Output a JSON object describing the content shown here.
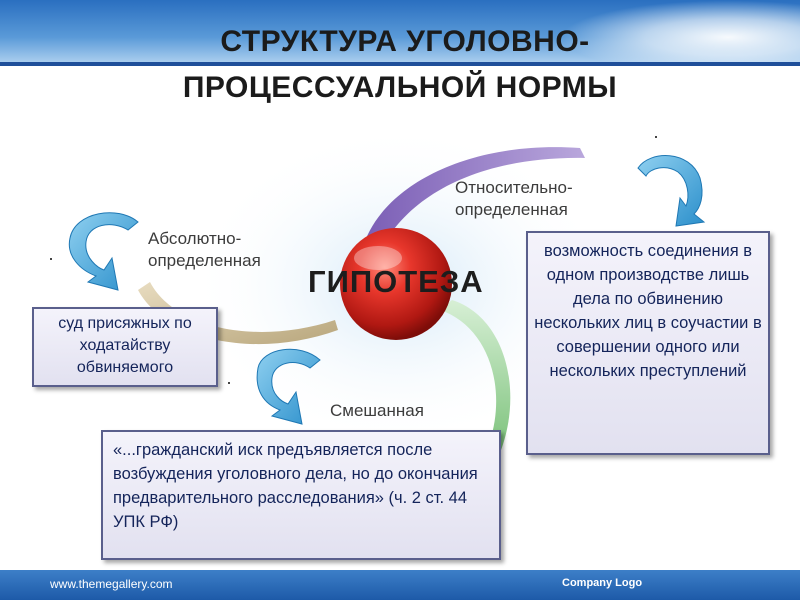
{
  "title": {
    "line1": "СТРУКТУРА УГОЛОВНО-",
    "line2": "ПРОЦЕССУАЛЬНОЙ НОРМЫ"
  },
  "center": {
    "label": "ГИПОТЕЗА"
  },
  "types": {
    "absolute": "Абсолютно-\nопределенная",
    "relative": "Относительно-\nопределенная",
    "mixed": "Смешанная"
  },
  "boxes": {
    "left": "суд присяжных по ходатайству обвиняемого",
    "right": "возможность соединения в одном производстве лишь дела по обвинению нескольких лиц в соучастии в совершении одного или нескольких преступлений",
    "bottom": "«...гражданский иск предъявляется после возбуждения уголовного дела, но до окончания предварительного расследования» (ч. 2 ст. 44 УПК РФ)"
  },
  "footer": {
    "url": "www.themegallery.com",
    "logo": "Company Logo"
  },
  "colors": {
    "arrow": "#3fa3d8",
    "sphere": "#d8261f",
    "arc_purple": "#8b6bbf",
    "arc_green": "#7cc27a",
    "arc_tan": "#c9b892",
    "box_border": "#5a5f8c",
    "box_text": "#14245a"
  },
  "icons": [
    "curved-arrow-icon",
    "sphere-icon"
  ]
}
